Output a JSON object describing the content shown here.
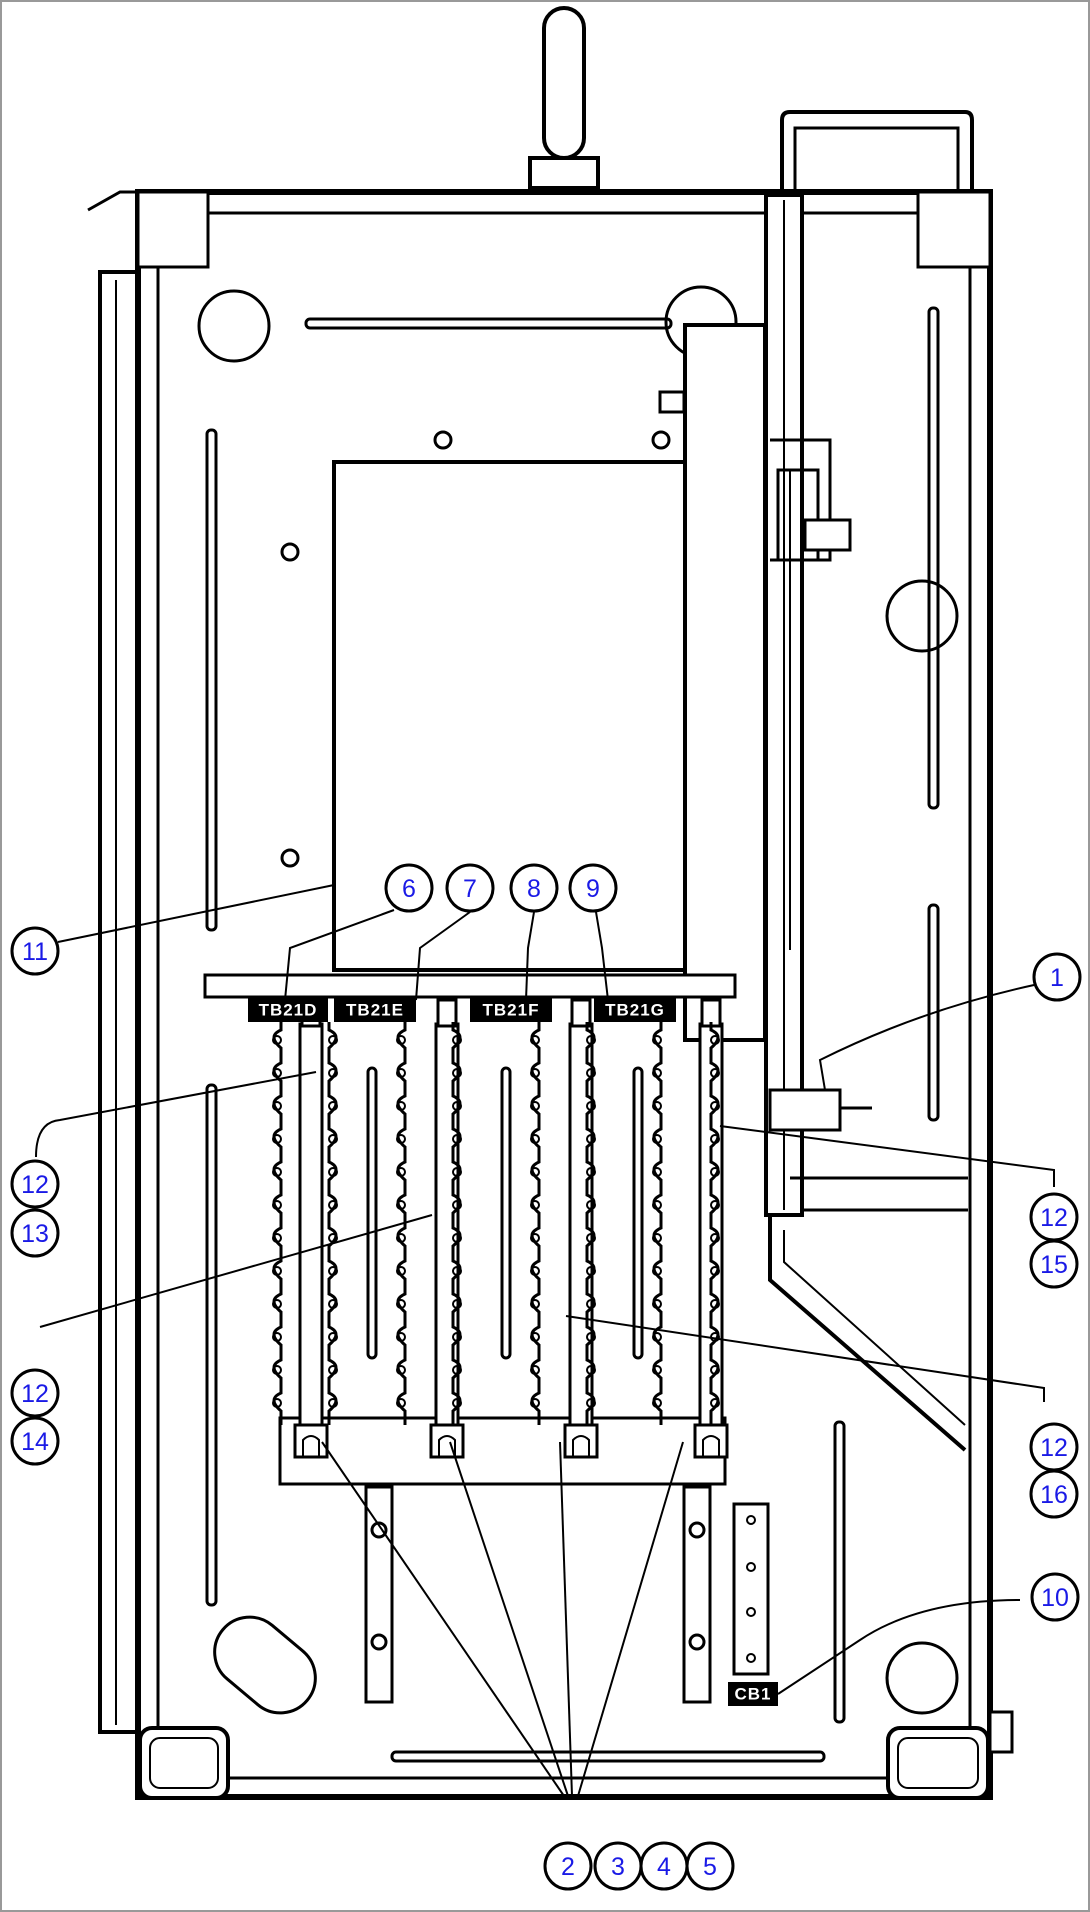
{
  "callouts": {
    "c1": "1",
    "c2": "2",
    "c3": "3",
    "c4": "4",
    "c5": "5",
    "c6": "6",
    "c7": "7",
    "c8": "8",
    "c9": "9",
    "c10": "10",
    "c11": "11",
    "c12a": "12",
    "c13": "13",
    "c12b": "12",
    "c14": "14",
    "c12c": "12",
    "c15": "15",
    "c12d": "12",
    "c16": "16"
  },
  "terminal_labels": {
    "tb21d": "TB21D",
    "tb21e": "TB21E",
    "tb21f": "TB21F",
    "tb21g": "TB21G",
    "cb": "CB1"
  },
  "colors": {
    "callout_text": "#1a1ae6",
    "line": "#000000",
    "background": "#ffffff"
  }
}
